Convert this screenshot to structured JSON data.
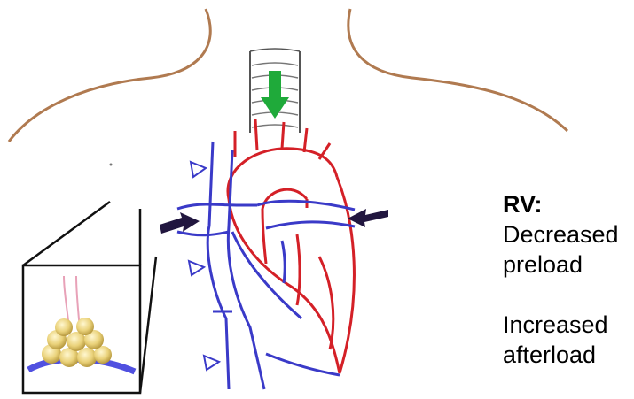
{
  "annotation": {
    "heading": "RV:",
    "line1a": "Decreased",
    "line1b": "preload",
    "line2a": "Increased",
    "line2b": "afterload"
  },
  "colors": {
    "body_outline": "#b07a50",
    "artery": "#d42027",
    "vein": "#3a3ac8",
    "pressure_arrow": "#21163f",
    "green_arrow": "#1faa3a",
    "trachea": "#555555",
    "alveolus": "#f0dc8a",
    "capillary": "#e8a2b8"
  },
  "icons": [
    "green-down-arrow",
    "navy-pressure-arrow",
    "open-triangle-marker",
    "alveoli-cluster"
  ]
}
